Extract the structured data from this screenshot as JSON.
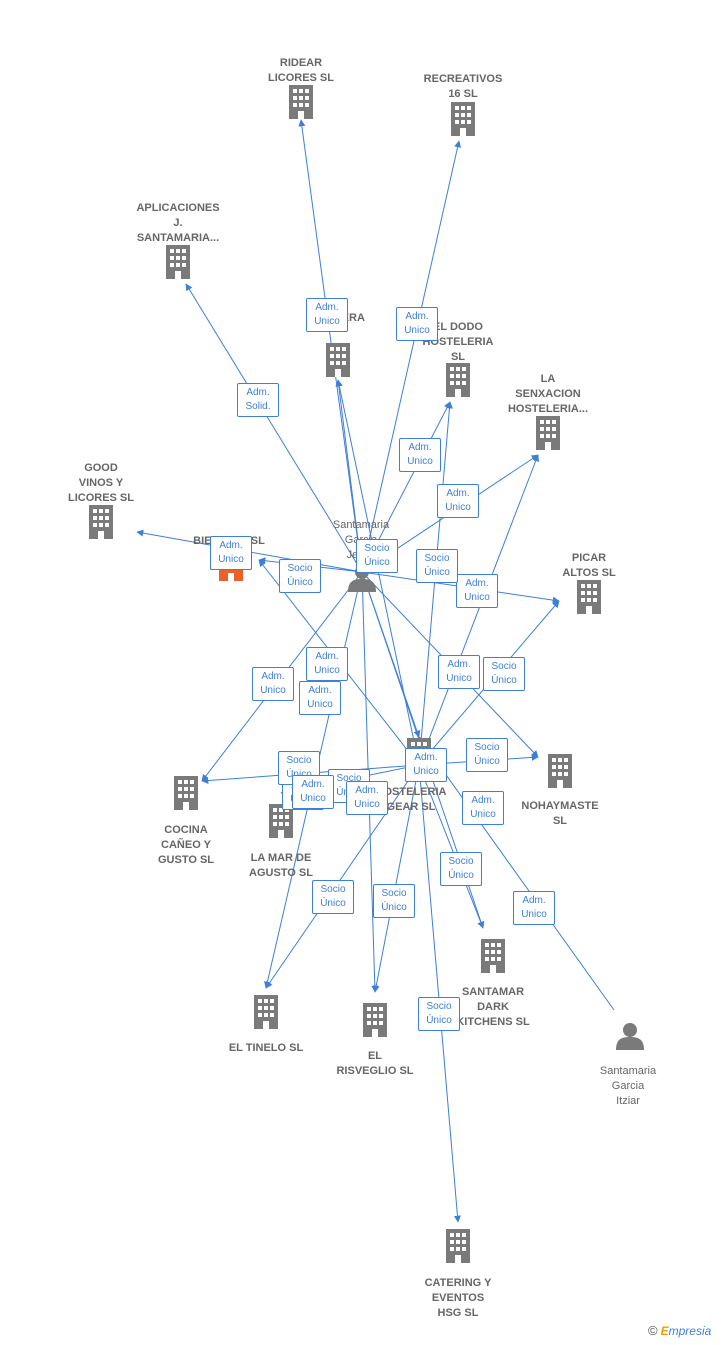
{
  "colors": {
    "edge": "#3d7fd9",
    "building": "#7a7a7a",
    "highlight_building": "#e8622a",
    "label": "#666666"
  },
  "companies": [
    {
      "id": "ridear",
      "label": "RIDEAR\nLICORES  SL",
      "icon": "building-icon"
    },
    {
      "id": "recreativos",
      "label": "RECREATIVOS\n16  SL",
      "icon": "building-icon"
    },
    {
      "id": "aplicaciones",
      "label": "APLICACIONES\nJ.\nSANTAMARIA...",
      "icon": "building-icon"
    },
    {
      "id": "cantera",
      "label": "LA\nCANTERA",
      "icon": "building-icon"
    },
    {
      "id": "dodo",
      "label": "EL DODO\nHOSTELERIA\nSL",
      "icon": "building-icon"
    },
    {
      "id": "senxacion",
      "label": "LA\nSENXACION\nHOSTELERIA...",
      "icon": "building-icon"
    },
    {
      "id": "goodvinos",
      "label": "GOOD\nVINOS Y\nLICORES  SL",
      "icon": "building-icon"
    },
    {
      "id": "bierniza",
      "label": "BIER NIZA  SL",
      "icon": "building-icon-highlight"
    },
    {
      "id": "picar",
      "label": "PICAR\nALTOS  SL",
      "icon": "building-icon"
    },
    {
      "id": "gear",
      "label": "HOSTELERIA\nGEAR SL",
      "icon": "building-icon"
    },
    {
      "id": "nohaymaste",
      "label": "NOHAYMASTE\nSL",
      "icon": "building-icon"
    },
    {
      "id": "cocina",
      "label": "COCINA\nCAÑEO Y\nGUSTO  SL",
      "icon": "building-icon"
    },
    {
      "id": "lamar",
      "label": "LA MAR DE\nAGUSTO  SL",
      "icon": "building-icon"
    },
    {
      "id": "santamar",
      "label": "SANTAMAR\nDARK\nKITCHENS  SL",
      "icon": "building-icon"
    },
    {
      "id": "tinelo",
      "label": "EL TINELO  SL",
      "icon": "building-icon"
    },
    {
      "id": "risveglio",
      "label": "EL\nRISVEGLIO  SL",
      "icon": "building-icon"
    },
    {
      "id": "catering",
      "label": "CATERING Y\nEVENTOS\nHSG  SL",
      "icon": "building-icon"
    }
  ],
  "persons": [
    {
      "id": "jesus",
      "label": "Santamaria\nGarcia\nJesus",
      "icon": "person-icon"
    },
    {
      "id": "itziar",
      "label": "Santamaria\nGarcia\nItziar",
      "icon": "person-icon"
    }
  ],
  "edges": [
    {
      "from": "jesus",
      "to": "ridear",
      "label": "Adm.\nUnico"
    },
    {
      "from": "jesus",
      "to": "recreativos",
      "label": "Adm.\nUnico"
    },
    {
      "from": "jesus",
      "to": "aplicaciones",
      "label": "Adm.\nSolid."
    },
    {
      "from": "jesus",
      "to": "cantera",
      "label": ""
    },
    {
      "from": "jesus",
      "to": "dodo",
      "label": "Adm.\nUnico"
    },
    {
      "from": "jesus",
      "to": "senxacion",
      "label": "Adm.\nUnico"
    },
    {
      "from": "jesus",
      "to": "goodvinos",
      "label": "Adm.\nUnico"
    },
    {
      "from": "jesus",
      "to": "bierniza",
      "label": "Adm.\nUnico"
    },
    {
      "from": "jesus",
      "to": "picar",
      "label": "Adm.\nUnico"
    },
    {
      "from": "jesus",
      "to": "gear",
      "label": "Socio\nÚnico"
    },
    {
      "from": "jesus",
      "to": "cocina",
      "label": "Adm.\nUnico"
    },
    {
      "from": "jesus",
      "to": "tinelo",
      "label": "Adm.\nUnico"
    },
    {
      "from": "jesus",
      "to": "risveglio",
      "label": "Adm.\nUnico"
    },
    {
      "from": "jesus",
      "to": "nohaymaste",
      "label": "Adm.\nUnico"
    },
    {
      "from": "jesus",
      "to": "santamar",
      "label": "Adm.\nUnico"
    },
    {
      "from": "gear",
      "to": "cantera",
      "label": ""
    },
    {
      "from": "gear",
      "to": "dodo",
      "label": "Adm.\nUnico"
    },
    {
      "from": "gear",
      "to": "senxacion",
      "label": "Socio\nÚnico"
    },
    {
      "from": "gear",
      "to": "picar",
      "label": "Socio\nÚnico"
    },
    {
      "from": "gear",
      "to": "nohaymaste",
      "label": "Socio\nÚnico"
    },
    {
      "from": "gear",
      "to": "bierniza",
      "label": "Socio\nÚnico"
    },
    {
      "from": "gear",
      "to": "cocina",
      "label": "Socio\nÚnico"
    },
    {
      "from": "gear",
      "to": "lamar",
      "label": "Socio\nÚnico"
    },
    {
      "from": "gear",
      "to": "tinelo",
      "label": "Socio\nÚnico"
    },
    {
      "from": "gear",
      "to": "risveglio",
      "label": "Socio\nÚnico"
    },
    {
      "from": "gear",
      "to": "santamar",
      "label": "Socio\nÚnico"
    },
    {
      "from": "gear",
      "to": "catering",
      "label": "Socio\nÚnico"
    },
    {
      "from": "itziar",
      "to": "gear",
      "label": "Adm.\nUnico"
    }
  ],
  "extra_labels": [
    {
      "label": "Adm.\nUnico"
    },
    {
      "label": "Adm.\nUnico"
    },
    {
      "label": "Adm.\nUnico"
    }
  ],
  "footer": {
    "copyright": "©",
    "brand_initial": "E",
    "brand_rest": "mpresia"
  }
}
